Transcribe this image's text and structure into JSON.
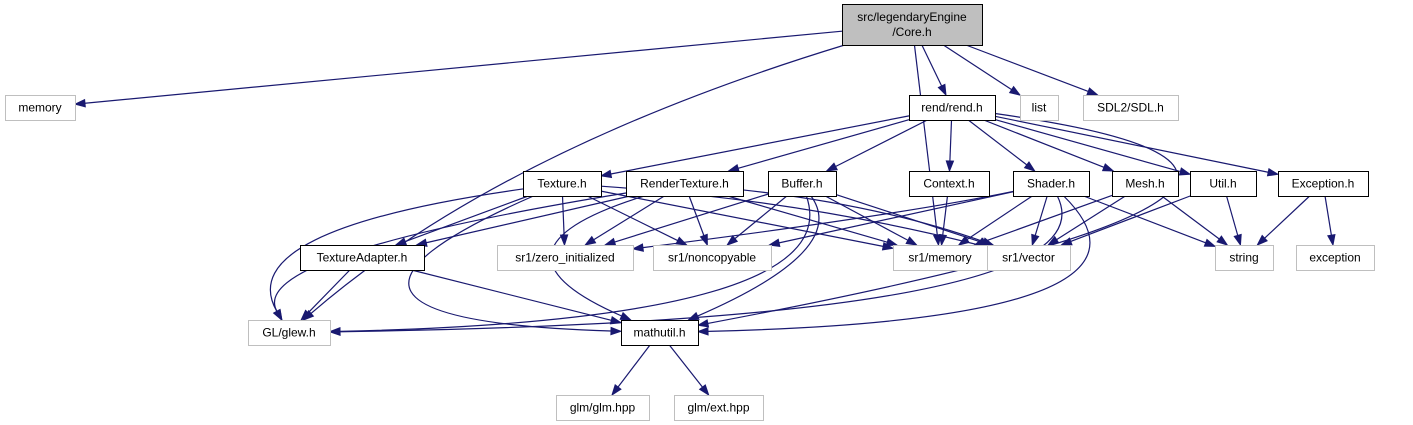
{
  "diagram": {
    "colors": {
      "edge": "#191970",
      "root_fill": "#bfbfbf",
      "node_fill": "#ffffff",
      "documented_border": "#000000",
      "external_border": "#bfbfbf"
    },
    "nodes": [
      {
        "id": "core",
        "lines": [
          "src/legendaryEngine",
          "/Core.h"
        ],
        "kind": "root"
      },
      {
        "id": "memory",
        "lines": [
          "memory"
        ],
        "kind": "external"
      },
      {
        "id": "rend",
        "lines": [
          "rend/rend.h"
        ],
        "kind": "documented"
      },
      {
        "id": "list",
        "lines": [
          "list"
        ],
        "kind": "external"
      },
      {
        "id": "sdl",
        "lines": [
          "SDL2/SDL.h"
        ],
        "kind": "external"
      },
      {
        "id": "texture",
        "lines": [
          "Texture.h"
        ],
        "kind": "documented"
      },
      {
        "id": "rendertexture",
        "lines": [
          "RenderTexture.h"
        ],
        "kind": "documented"
      },
      {
        "id": "buffer",
        "lines": [
          "Buffer.h"
        ],
        "kind": "documented"
      },
      {
        "id": "context",
        "lines": [
          "Context.h"
        ],
        "kind": "documented"
      },
      {
        "id": "shader",
        "lines": [
          "Shader.h"
        ],
        "kind": "documented"
      },
      {
        "id": "mesh",
        "lines": [
          "Mesh.h"
        ],
        "kind": "documented"
      },
      {
        "id": "util",
        "lines": [
          "Util.h"
        ],
        "kind": "documented"
      },
      {
        "id": "exception_h",
        "lines": [
          "Exception.h"
        ],
        "kind": "documented"
      },
      {
        "id": "textureadapter",
        "lines": [
          "TextureAdapter.h"
        ],
        "kind": "documented"
      },
      {
        "id": "zero",
        "lines": [
          "sr1/zero_initialized"
        ],
        "kind": "external"
      },
      {
        "id": "noncopyable",
        "lines": [
          "sr1/noncopyable"
        ],
        "kind": "external"
      },
      {
        "id": "sr1memory",
        "lines": [
          "sr1/memory"
        ],
        "kind": "external"
      },
      {
        "id": "sr1vector",
        "lines": [
          "sr1/vector"
        ],
        "kind": "external"
      },
      {
        "id": "string",
        "lines": [
          "string"
        ],
        "kind": "external"
      },
      {
        "id": "exception",
        "lines": [
          "exception"
        ],
        "kind": "external"
      },
      {
        "id": "glew",
        "lines": [
          "GL/glew.h"
        ],
        "kind": "external"
      },
      {
        "id": "mathutil",
        "lines": [
          "mathutil.h"
        ],
        "kind": "documented"
      },
      {
        "id": "glm",
        "lines": [
          "glm/glm.hpp"
        ],
        "kind": "external"
      },
      {
        "id": "glmext",
        "lines": [
          "glm/ext.hpp"
        ],
        "kind": "external"
      }
    ],
    "edges": [
      {
        "from": "core",
        "to": "memory"
      },
      {
        "from": "core",
        "to": "rend"
      },
      {
        "from": "core",
        "to": "list"
      },
      {
        "from": "core",
        "to": "sdl"
      },
      {
        "from": "core",
        "to": "glew"
      },
      {
        "from": "core",
        "to": "sr1memory"
      },
      {
        "from": "rend",
        "to": "texture"
      },
      {
        "from": "rend",
        "to": "rendertexture"
      },
      {
        "from": "rend",
        "to": "buffer"
      },
      {
        "from": "rend",
        "to": "context"
      },
      {
        "from": "rend",
        "to": "shader"
      },
      {
        "from": "rend",
        "to": "mesh"
      },
      {
        "from": "rend",
        "to": "util"
      },
      {
        "from": "rend",
        "to": "exception_h"
      },
      {
        "from": "rend",
        "to": "mathutil"
      },
      {
        "from": "texture",
        "to": "textureadapter"
      },
      {
        "from": "texture",
        "to": "glew"
      },
      {
        "from": "texture",
        "to": "zero"
      },
      {
        "from": "texture",
        "to": "noncopyable"
      },
      {
        "from": "texture",
        "to": "sr1memory"
      },
      {
        "from": "texture",
        "to": "sr1vector"
      },
      {
        "from": "texture",
        "to": "mathutil"
      },
      {
        "from": "rendertexture",
        "to": "textureadapter"
      },
      {
        "from": "rendertexture",
        "to": "glew"
      },
      {
        "from": "rendertexture",
        "to": "zero"
      },
      {
        "from": "rendertexture",
        "to": "noncopyable"
      },
      {
        "from": "rendertexture",
        "to": "sr1memory"
      },
      {
        "from": "rendertexture",
        "to": "sr1vector"
      },
      {
        "from": "rendertexture",
        "to": "mathutil"
      },
      {
        "from": "buffer",
        "to": "zero"
      },
      {
        "from": "buffer",
        "to": "noncopyable"
      },
      {
        "from": "buffer",
        "to": "sr1memory"
      },
      {
        "from": "buffer",
        "to": "sr1vector"
      },
      {
        "from": "buffer",
        "to": "glew"
      },
      {
        "from": "buffer",
        "to": "mathutil"
      },
      {
        "from": "context",
        "to": "sr1memory"
      },
      {
        "from": "shader",
        "to": "zero"
      },
      {
        "from": "shader",
        "to": "noncopyable"
      },
      {
        "from": "shader",
        "to": "sr1memory"
      },
      {
        "from": "shader",
        "to": "sr1vector"
      },
      {
        "from": "shader",
        "to": "string"
      },
      {
        "from": "shader",
        "to": "glew"
      },
      {
        "from": "shader",
        "to": "mathutil"
      },
      {
        "from": "mesh",
        "to": "sr1memory"
      },
      {
        "from": "mesh",
        "to": "sr1vector"
      },
      {
        "from": "mesh",
        "to": "string"
      },
      {
        "from": "util",
        "to": "string"
      },
      {
        "from": "util",
        "to": "sr1vector"
      },
      {
        "from": "exception_h",
        "to": "string"
      },
      {
        "from": "exception_h",
        "to": "exception"
      },
      {
        "from": "textureadapter",
        "to": "glew"
      },
      {
        "from": "textureadapter",
        "to": "mathutil"
      },
      {
        "from": "mathutil",
        "to": "glm"
      },
      {
        "from": "mathutil",
        "to": "glmext"
      }
    ]
  }
}
